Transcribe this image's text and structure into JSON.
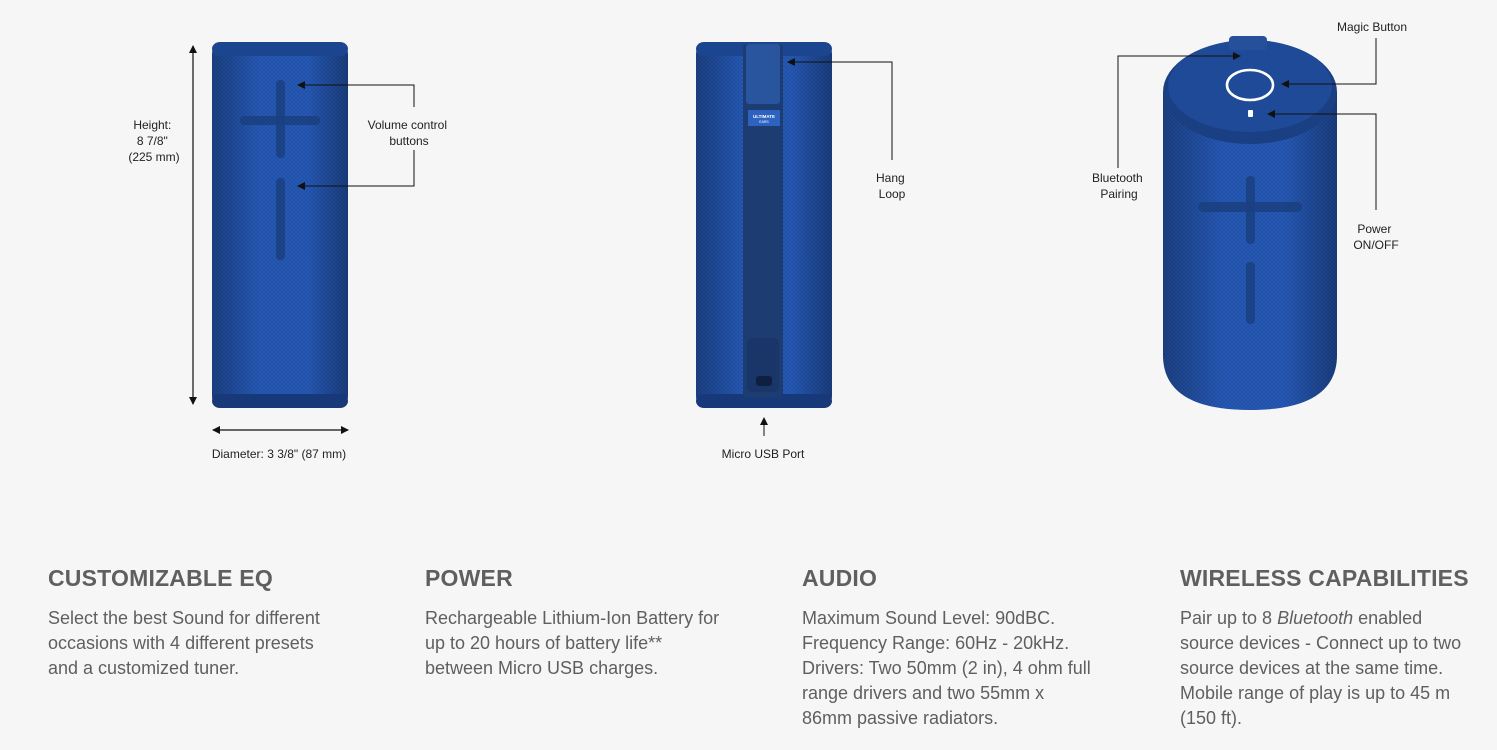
{
  "diagram": {
    "height_label": {
      "line1": "Height:",
      "line2": "8 7/8\"",
      "line3": "(225 mm)"
    },
    "diameter_label": "Diameter: 3 3/8\" (87 mm)",
    "volume_label": {
      "line1": "Volume control",
      "line2": "buttons"
    },
    "hang_loop_label": {
      "line1": "Hang",
      "line2": "Loop"
    },
    "usb_label": "Micro USB Port",
    "magic_label": "Magic Button",
    "bt_pair_label": {
      "line1": "Bluetooth",
      "line2": "Pairing"
    },
    "power_label": {
      "line1": "Power",
      "line2": "ON/OFF"
    },
    "strap_badge": {
      "line1": "ULTIMATE",
      "line2": "EARS"
    },
    "colors": {
      "speaker": "#1f4fa6",
      "speaker_dark": "#173a78",
      "arrow": "#111111"
    },
    "icons": [
      "volume-plus-icon",
      "volume-minus-icon",
      "magic-ring-icon",
      "power-dot-icon"
    ]
  },
  "features": [
    {
      "title": "CUSTOMIZABLE EQ",
      "lines": [
        "Select the best Sound for different",
        "occasions with 4 different presets",
        "and a customized tuner."
      ]
    },
    {
      "title": "POWER",
      "lines": [
        "Rechargeable Lithium-Ion Battery for",
        "up to 20 hours of battery life**",
        "between Micro USB charges."
      ]
    },
    {
      "title": "AUDIO",
      "lines": [
        "Maximum Sound Level: 90dBC.",
        "Frequency Range: 60Hz - 20kHz.",
        "Drivers: Two 50mm (2 in), 4 ohm full",
        "range drivers and two 55mm x",
        "86mm passive radiators."
      ]
    },
    {
      "title": "WIRELESS CAPABILITIES",
      "line1_prefix": "Pair up to 8 ",
      "line1_italic": "Bluetooth",
      "line1_suffix": " enabled",
      "lines": [
        "source devices - Connect up to two",
        "source devices at the same time.",
        "Mobile range of play is up to 45 m",
        "(150 ft)."
      ]
    }
  ]
}
